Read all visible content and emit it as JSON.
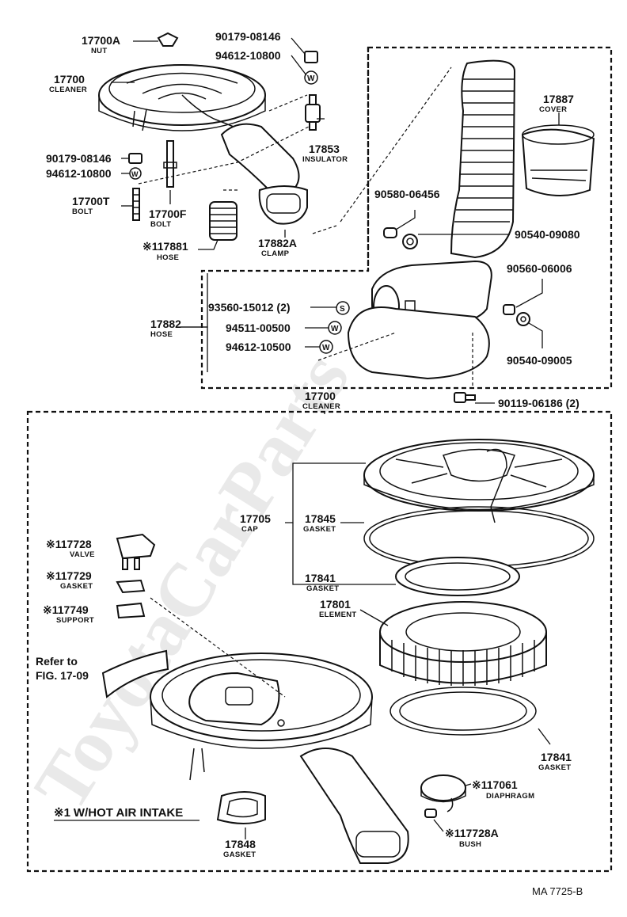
{
  "watermark": "ToyotaCarParts",
  "figure_id": "MA 7725-B",
  "note": {
    "mark": "※1",
    "text": "W/HOT AIR INTAKE"
  },
  "refer": {
    "line1": "Refer to",
    "line2": "FIG. 17-09"
  },
  "labels": {
    "p17700A": {
      "number": "17700A",
      "name": "NUT"
    },
    "p90179_08146_top": {
      "number": "90179-08146"
    },
    "p94612_10800_top": {
      "number": "94612-10800"
    },
    "p17700_top": {
      "number": "17700",
      "name": "CLEANER"
    },
    "p17853": {
      "number": "17853",
      "name": "INSULATOR"
    },
    "p90179_08146_left": {
      "number": "90179-08146"
    },
    "p94612_10800_left": {
      "number": "94612-10800"
    },
    "p17700T": {
      "number": "17700T",
      "name": "BOLT"
    },
    "p17700F": {
      "number": "17700F",
      "name": "BOLT"
    },
    "p117881": {
      "mark": "※1",
      "number": "17881",
      "name": "HOSE"
    },
    "p17882A": {
      "number": "17882A",
      "name": "CLAMP"
    },
    "p17887": {
      "number": "17887",
      "name": "COVER"
    },
    "p90580_06456": {
      "number": "90580-06456"
    },
    "p90540_09080": {
      "number": "90540-09080"
    },
    "p90560_06006": {
      "number": "90560-06006"
    },
    "p93560_15012": {
      "number": "93560-15012 (2)"
    },
    "p17882": {
      "number": "17882",
      "name": "HOSE"
    },
    "p94511_00500": {
      "number": "94511-00500"
    },
    "p94612_10500": {
      "number": "94612-10500"
    },
    "p90540_09005": {
      "number": "90540-09005"
    },
    "p90119_06186": {
      "number": "90119-06186 (2)"
    },
    "p17700_main": {
      "number": "17700",
      "name": "CLEANER"
    },
    "p17705": {
      "number": "17705",
      "name": "CAP"
    },
    "p17845": {
      "number": "17845",
      "name": "GASKET"
    },
    "p17728": {
      "mark": "※1",
      "number": "17728",
      "name": "VALVE"
    },
    "p17729": {
      "mark": "※1",
      "number": "17729",
      "name": "GASKET"
    },
    "p17749": {
      "mark": "※1",
      "number": "17749",
      "name": "SUPPORT"
    },
    "p17841_upper": {
      "number": "17841",
      "name": "GASKET"
    },
    "p17801": {
      "number": "17801",
      "name": "ELEMENT"
    },
    "p17841_lower": {
      "number": "17841",
      "name": "GASKET"
    },
    "p17061": {
      "mark": "※1",
      "number": "17061",
      "name": "DIAPHRAGM"
    },
    "p17728A": {
      "mark": "※1",
      "number": "17728A",
      "name": "BUSH"
    },
    "p17848": {
      "number": "17848",
      "name": "GASKET"
    }
  },
  "fastener_marks": {
    "washer": "W",
    "spring": "S"
  }
}
